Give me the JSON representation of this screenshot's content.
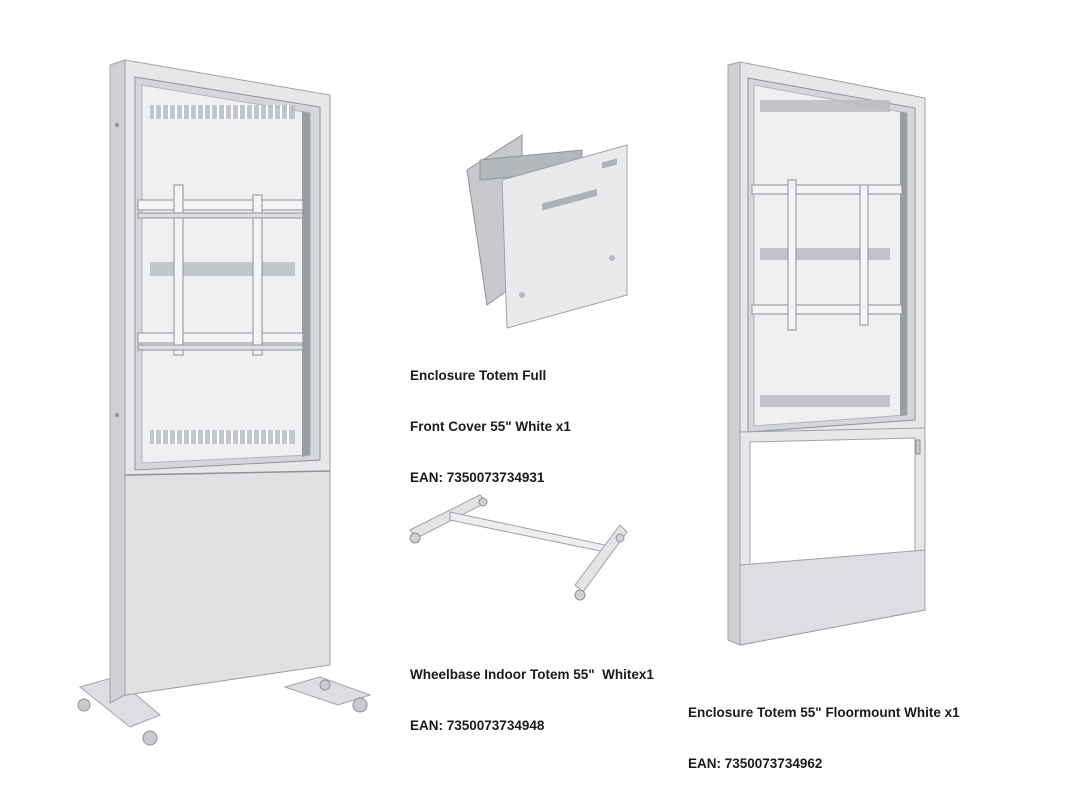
{
  "products": [
    {
      "id": "totem-with-cover",
      "caption_lines": []
    },
    {
      "id": "front-cover",
      "caption_lines": [
        "Enclosure Totem Full",
        "Front Cover 55\" White x1",
        "EAN: 7350073734931"
      ]
    },
    {
      "id": "wheelbase",
      "caption_lines": [
        "Wheelbase Indoor Totem 55\"  Whitex1",
        "EAN: 7350073734948"
      ]
    },
    {
      "id": "floormount",
      "caption_lines": [
        "Enclosure Totem 55\" Floormount White x1",
        "EAN: 7350073734962"
      ]
    }
  ],
  "colors": {
    "frame_light": "#e6e7e9",
    "frame_mid": "#cfd1d4",
    "frame_dark": "#8e9196",
    "panel_back": "#eef0f2",
    "vent": "#b8bbc0",
    "text": "#1a1a1a"
  }
}
